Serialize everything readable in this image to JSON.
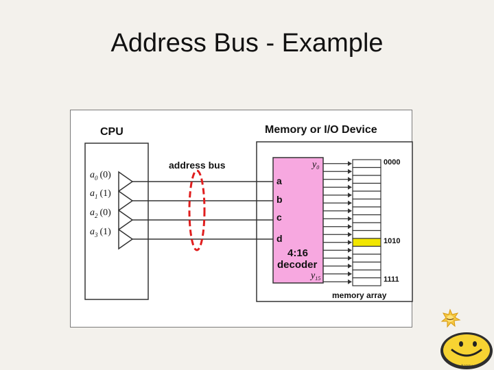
{
  "slide": {
    "title": "Address Bus - Example"
  },
  "diagram": {
    "cpu_label": "CPU",
    "device_label": "Memory or I/O Device",
    "bus_label": "address bus",
    "lines": [
      {
        "name": "a",
        "sub": "0",
        "value": "(0)"
      },
      {
        "name": "a",
        "sub": "1",
        "value": "(1)"
      },
      {
        "name": "a",
        "sub": "2",
        "value": "(0)"
      },
      {
        "name": "a",
        "sub": "3",
        "value": "(1)"
      }
    ],
    "decoder_inputs": [
      "a",
      "b",
      "c",
      "d"
    ],
    "decoder_label_1": "4:16",
    "decoder_label_2": "decoder",
    "y_first": {
      "name": "y",
      "sub": "0"
    },
    "y_last": {
      "name": "y",
      "sub": "15"
    },
    "addr_first": "0000",
    "addr_highlight": "1010",
    "addr_last": "1111",
    "array_label": "memory array",
    "highlight_color": "#f2e600",
    "decoder_color": "#f7a8e0"
  },
  "logo": {
    "icon": "smiley-logo-icon",
    "text": "happy"
  }
}
